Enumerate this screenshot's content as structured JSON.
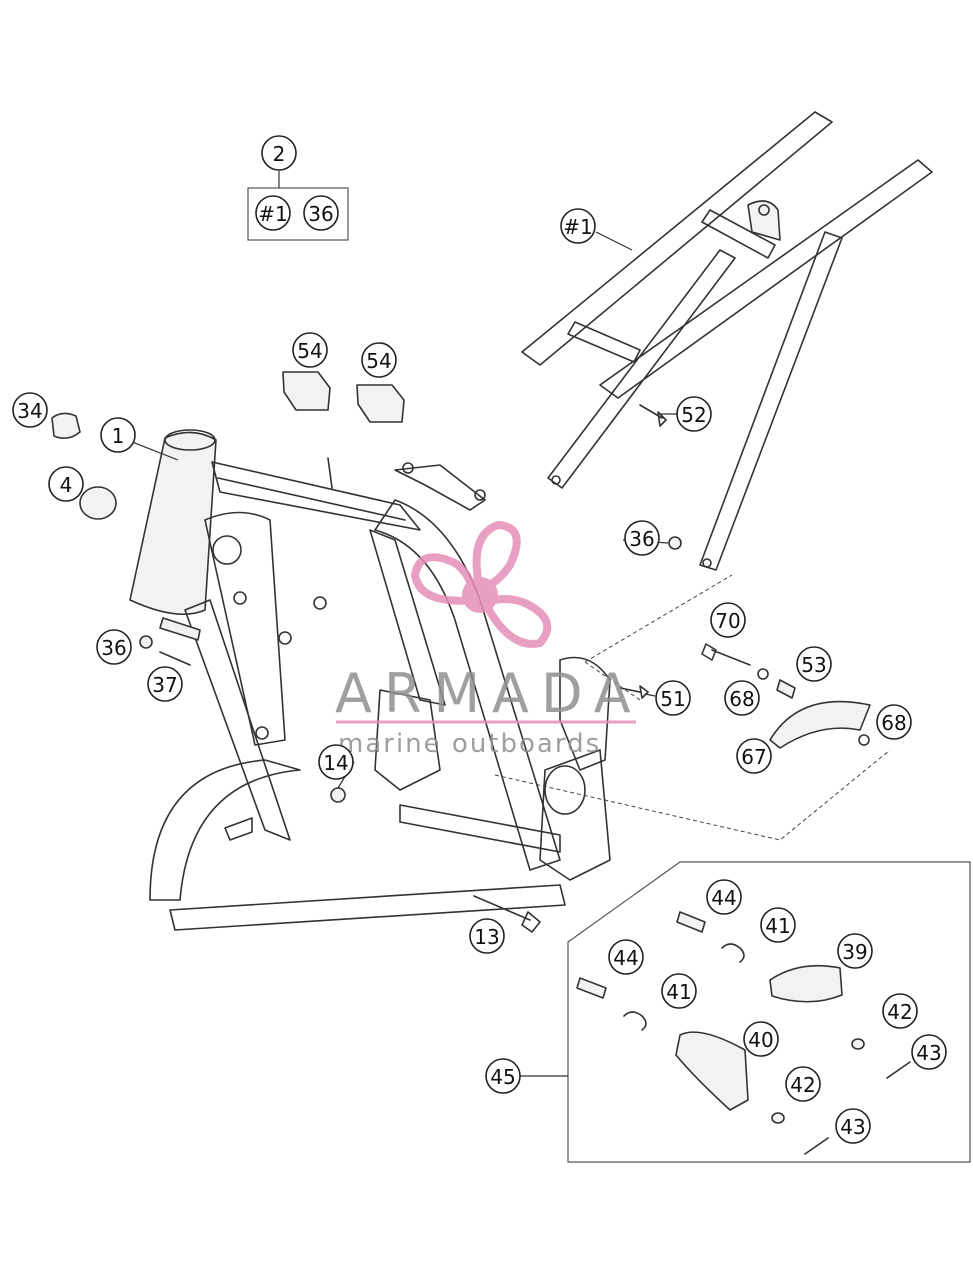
{
  "callouts": {
    "c2": "2",
    "c_hash1_group": "#1",
    "c36_group": "36",
    "c_hash1": "#1",
    "c54a": "54",
    "c54b": "54",
    "c34": "34",
    "c1": "1",
    "c4": "4",
    "c52": "52",
    "c36a": "36",
    "c36b": "36",
    "c37": "37",
    "c70": "70",
    "c53": "53",
    "c51": "51",
    "c68a": "68",
    "c68b": "68",
    "c67": "67",
    "c14": "14",
    "c13": "13",
    "c44a": "44",
    "c41a": "41",
    "c39": "39",
    "c44b": "44",
    "c41b": "41",
    "c42a": "42",
    "c40": "40",
    "c43a": "43",
    "c45": "45",
    "c42b": "42",
    "c43b": "43"
  },
  "watermark": {
    "title": "ARMADA",
    "subtitle": "marine outboards",
    "accent_color": "#e48fb8",
    "text_color": "#8f8f8f"
  }
}
